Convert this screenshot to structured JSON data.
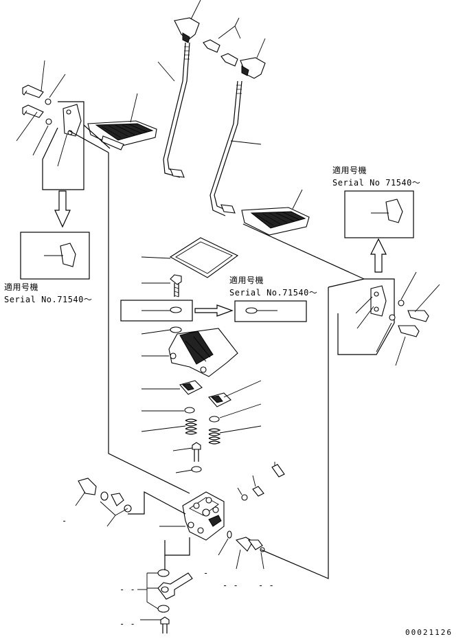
{
  "applicable_note": {
    "jp_label": "適用号機",
    "serial_a": "Serial No.71540～",
    "serial_b": "Serial No.71540～",
    "serial_c": "Serial No 71540～"
  },
  "document_number": "00021126"
}
